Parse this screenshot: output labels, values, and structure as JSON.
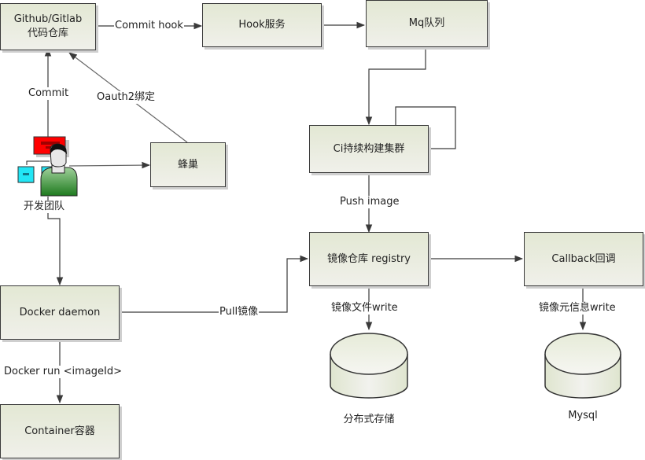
{
  "nodes": {
    "repo": {
      "line1": "Github/Gitlab",
      "line2": "代码仓库"
    },
    "hook": {
      "label": "Hook服务"
    },
    "mq": {
      "label": "Mq队列"
    },
    "ci": {
      "label": "Ci持续构建集群"
    },
    "beehive": {
      "label": "蜂巢"
    },
    "team": {
      "label": "开发团队"
    },
    "registry": {
      "label": "镜像仓库 registry"
    },
    "callback": {
      "label": "Callback回调"
    },
    "docker": {
      "label": "Docker daemon"
    },
    "container": {
      "label": "Container容器"
    },
    "storage": {
      "label": "分布式存储"
    },
    "mysql": {
      "label": "Mysql"
    }
  },
  "edges": {
    "commit_hook": "Commit hook",
    "commit": "Commit",
    "oauth": "Oauth2绑定",
    "push_image": "Push image",
    "pull_image": "Pull镜像",
    "docker_run": "Docker run <imageId>",
    "image_file_write": "镜像文件write",
    "image_meta_write": "镜像元信息write"
  },
  "colors": {
    "box_fill_top": "#e3e8d4",
    "box_fill_bottom": "#f0f0ea",
    "stroke": "#3a3a3a",
    "team_shirt": "#3a9a3a",
    "team_red": "#ff0000",
    "team_cyan": "#22e0f0"
  }
}
